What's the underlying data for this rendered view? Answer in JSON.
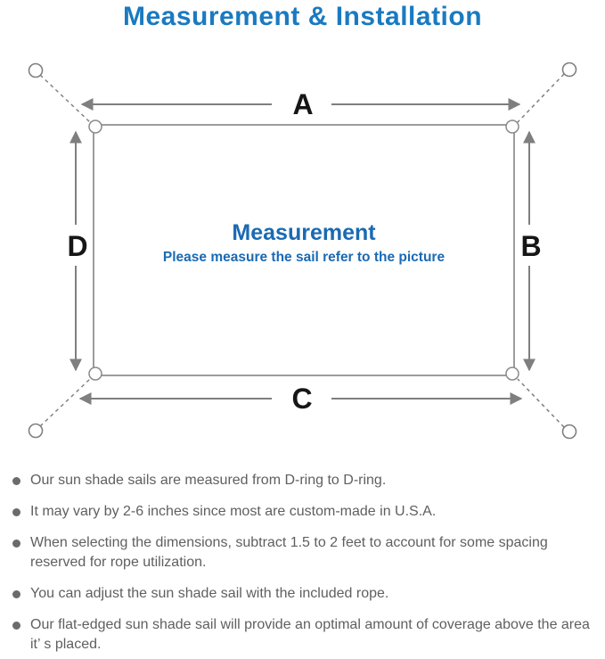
{
  "page": {
    "title": "Measurement & Installation"
  },
  "colors": {
    "title_blue": "#1a7ac0",
    "center_blue": "#1a6ab3",
    "line_gray": "#7f7f7f",
    "sail_border_gray": "#9c9c9c",
    "note_text_gray": "#5f5f5f",
    "label_black": "#161616"
  },
  "diagram": {
    "center_title": "Measurement",
    "center_subtitle": "Please measure the sail refer to the picture",
    "labels": {
      "top": "A",
      "right": "B",
      "bottom": "C",
      "left": "D"
    }
  },
  "notes": [
    "Our sun shade sails are measured from D-ring to D-ring.",
    "It may vary by 2-6 inches since most are custom-made in U.S.A.",
    "When selecting the dimensions, subtract 1.5 to 2 feet to account for some spacing reserved for rope utilization.",
    "You can adjust the sun shade sail with the included rope.",
    "Our flat-edged sun shade sail will provide an optimal amount of coverage above the area it’ s placed."
  ]
}
